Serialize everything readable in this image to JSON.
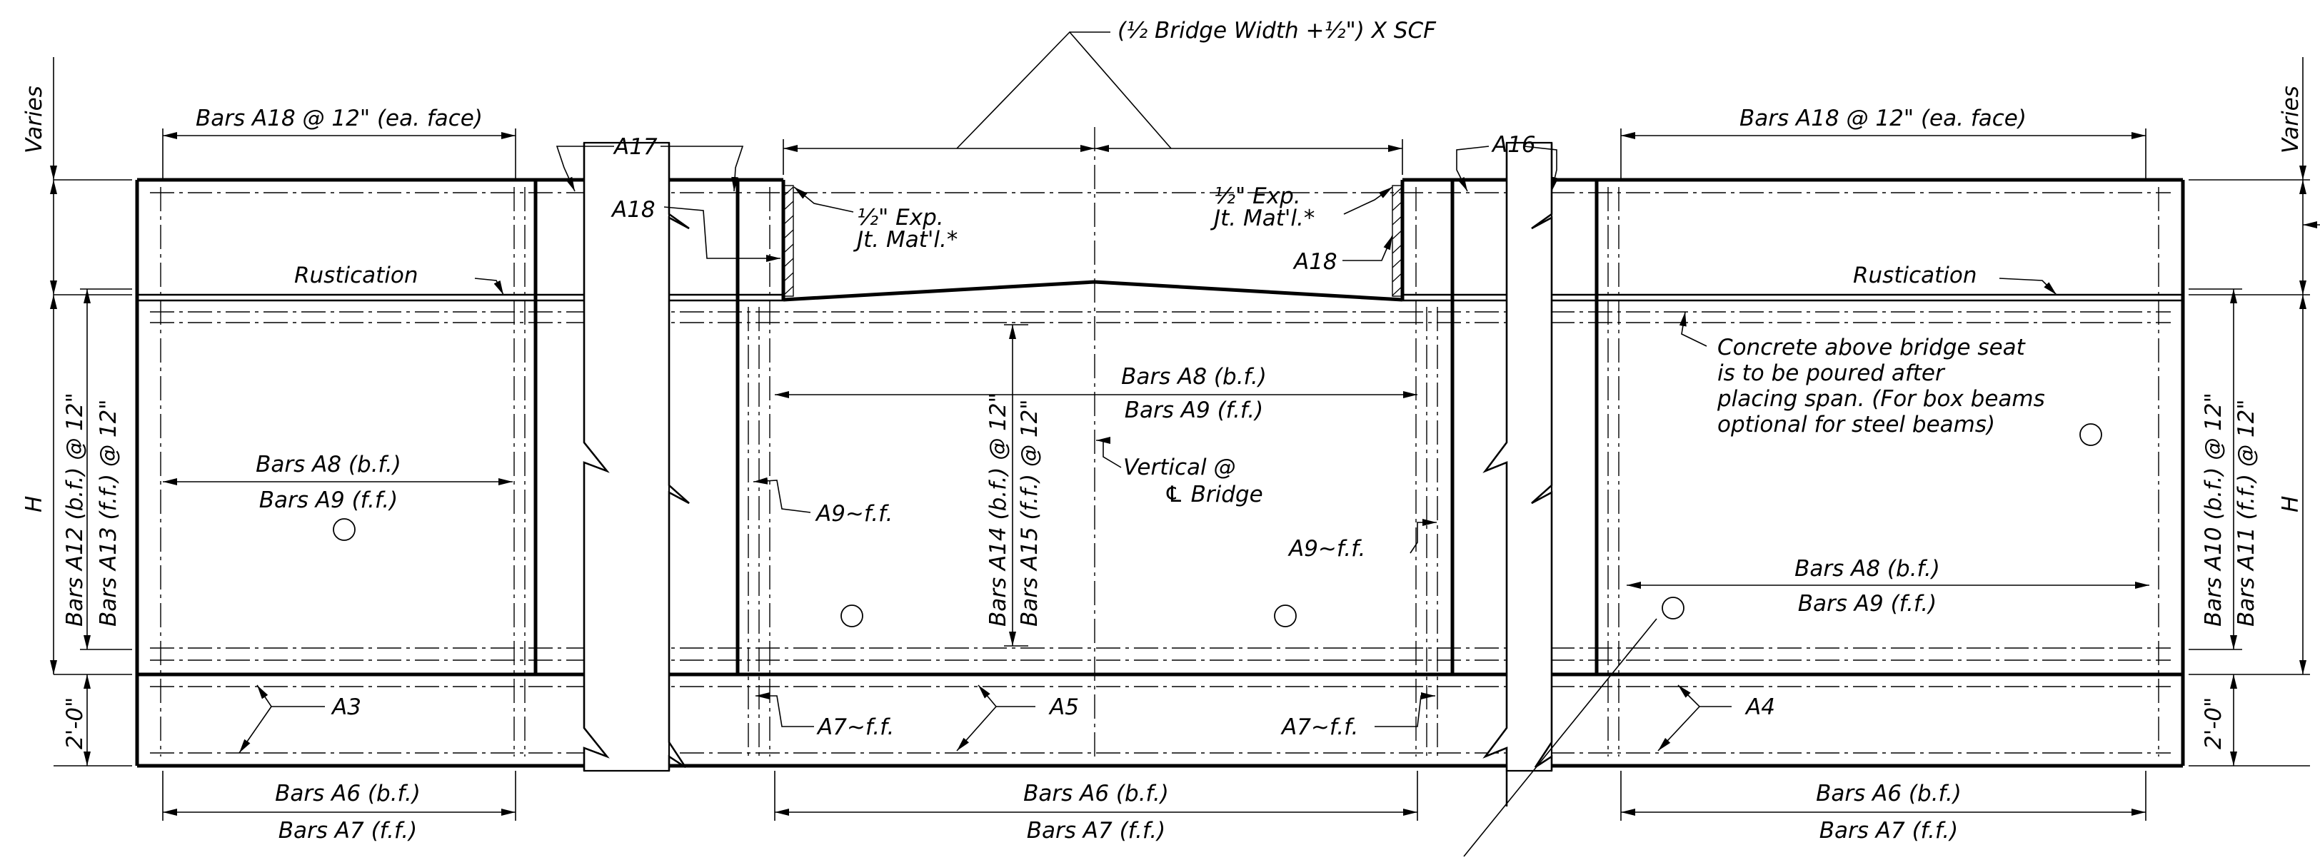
{
  "labels": {
    "bridge_width": "(½ Bridge Width +½\") X SCF",
    "a18_left": "Bars A18 @ 12\" (ea. face)",
    "a18_right": "Bars A18 @ 12\" (ea. face)",
    "varies_left": "Varies",
    "varies_right": "Varies",
    "a17": "A17",
    "a16": "A16",
    "a18_call_left": "A18",
    "a18_call_right": "A18",
    "exp_left_1": "½\" Exp.",
    "exp_left_2": "Jt. Mat'l.*",
    "exp_right_1": "½\" Exp.",
    "exp_right_2": "Jt. Mat'l.*",
    "rustication_left": "Rustication",
    "rustication_right": "Rustication",
    "h_left": "H",
    "h_right": "H",
    "a12": "Bars A12 (b.f.) @ 12\"",
    "a13": "Bars A13 (f.f.) @ 12\"",
    "a14": "Bars A14 (b.f.) @ 12\"",
    "a15": "Bars A15 (f.f.) @ 12\"",
    "a10": "Bars A10 (b.f.) @ 12\"",
    "a11": "Bars A11 (f.f.) @ 12\"",
    "a8_left": "Bars A8 (b.f.)",
    "a9_left": "Bars A9 (f.f.)",
    "a8_center": "Bars A8 (b.f.)",
    "a9_center": "Bars A9 (f.f.)",
    "a8_right": "Bars A8 (b.f.)",
    "a9_right": "Bars A9 (f.f.)",
    "vertical_1": "Vertical @",
    "vertical_2": "℄ Bridge",
    "a9ff_left": "A9~f.f.",
    "a9ff_right": "A9~f.f.",
    "concrete_1": "Concrete above bridge seat",
    "concrete_2": "is to be poured after",
    "concrete_3": "placing span. (For box beams",
    "concrete_4": "optional for steel beams)",
    "two_ft_left": "2'-0\"",
    "two_ft_right": "2'-0\"",
    "a3": "A3",
    "a5": "A5",
    "a4": "A4",
    "a7ff_left": "A7~f.f.",
    "a7ff_right": "A7~f.f.",
    "a6_left": "Bars A6 (b.f.)",
    "a7_left": "Bars A7 (f.f.)",
    "a6_center": "Bars A6 (b.f.)",
    "a7_center": "Bars A7 (f.f.)",
    "a6_right": "Bars A6 (b.f.)",
    "a7_right": "Bars A7 (f.f.)"
  }
}
